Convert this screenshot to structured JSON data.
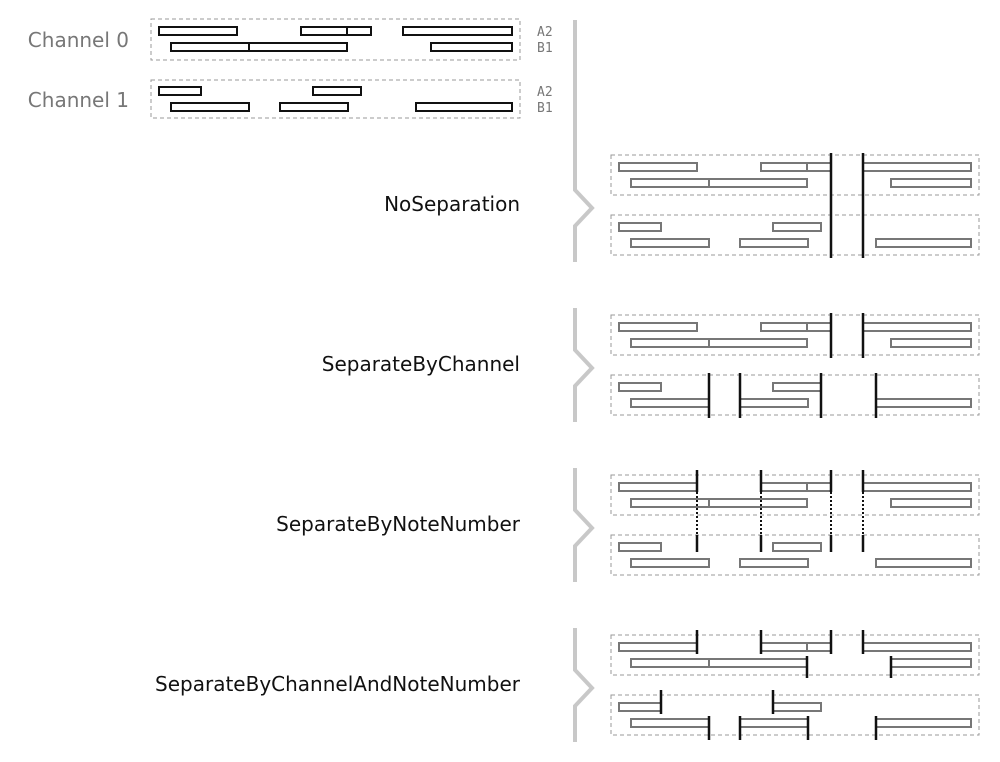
{
  "input": {
    "channels": [
      {
        "label": "Channel 0",
        "note_labels": [
          "A2",
          "B1"
        ]
      },
      {
        "label": "Channel 1",
        "note_labels": [
          "A2",
          "B1"
        ]
      }
    ]
  },
  "modes": [
    {
      "label": "NoSeparation"
    },
    {
      "label": "SeparateByChannel"
    },
    {
      "label": "SeparateByNoteNumber"
    },
    {
      "label": "SeparateByChannelAndNoteNumber"
    }
  ]
}
